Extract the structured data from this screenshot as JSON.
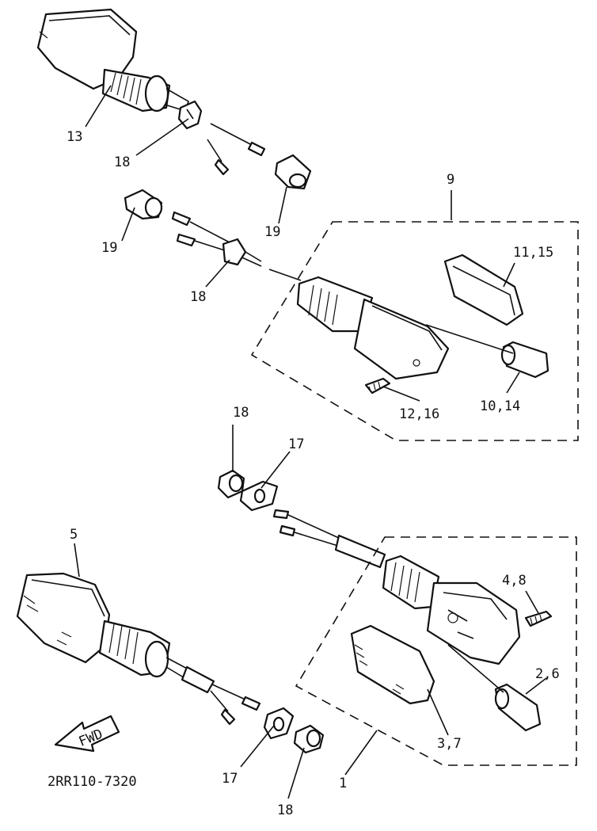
{
  "callouts": {
    "c13": "13",
    "c18_top": "18",
    "c19_right": "19",
    "c19_left": "19",
    "c18_mid": "18",
    "c9": "9",
    "c11_15": "11,15",
    "c10_14": "10,14",
    "c12_16": "12,16",
    "c18_center": "18",
    "c17_center": "17",
    "c5": "5",
    "c4_8": "4,8",
    "c2_6": "2,6",
    "c3_7": "3,7",
    "c1": "1",
    "c17_bottom": "17",
    "c18_bottom": "18"
  },
  "fwd_label": "FWD",
  "diagram_code": "2RR110-7320"
}
